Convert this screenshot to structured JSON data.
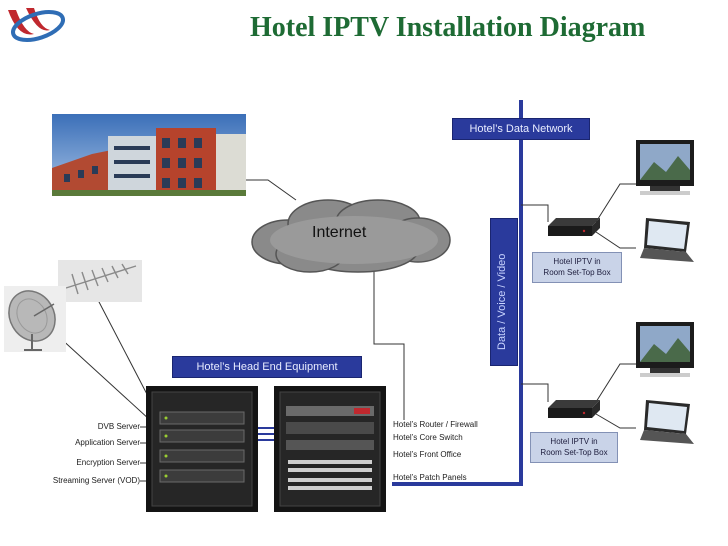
{
  "title": "Hotel IPTV  Installation Diagram",
  "labels": {
    "data_network": "Hotel’s Data Network",
    "head_end": "Hotel’s Head End Equipment",
    "internet": "Internet",
    "data_voice_video": "Data / Voice / Video",
    "stb_top": "Hotel IPTV in\nRoom  Set-Top Box",
    "stb_bottom": "Hotel IPTV in\nRoom  Set-Top Box"
  },
  "servers": [
    "DVB Server",
    "Application Server",
    "Encryption Server",
    "Streaming Server (VOD)"
  ],
  "network_equipment": [
    "Hotel’s Router / Firewall",
    "Hotel’s Core Switch",
    "Hotel’s Front Office",
    "Hotel’s Patch Panels"
  ],
  "colors": {
    "title": "#1e6b34",
    "network_line": "#2a3a9c",
    "label_bg": "#2a3a9c",
    "logo_red": "#c0282e",
    "logo_blue": "#2f6db5"
  },
  "icons": [
    "logo-icon",
    "hotel-building-image",
    "antenna-icon",
    "satellite-dish-icon",
    "internet-cloud-icon",
    "server-rack-icon",
    "network-rack-icon",
    "set-top-box-icon",
    "tv-monitor-icon",
    "laptop-icon"
  ]
}
